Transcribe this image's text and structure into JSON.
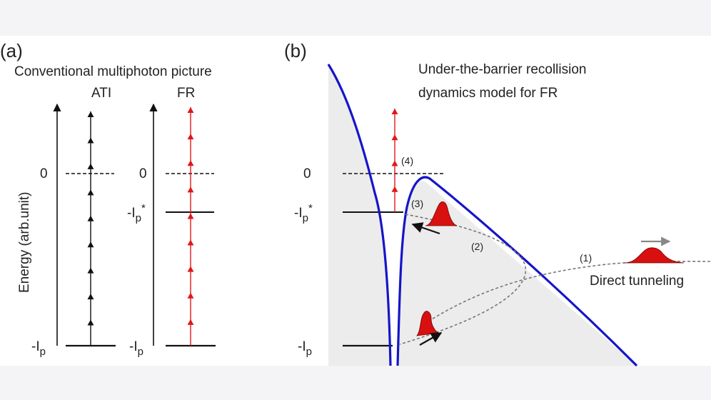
{
  "panels": {
    "a": {
      "label": "(a)",
      "title": "Conventional multiphoton picture",
      "y_axis_label": "Energy (arb.unit)",
      "columns": [
        "ATI",
        "FR"
      ],
      "levels": {
        "zero": "0",
        "ip": "-I",
        "ip_sub": "p",
        "ip_star_sub": "p",
        "ip_star_sup": "*"
      }
    },
    "b": {
      "label": "(b)",
      "title_line1": "Under-the-barrier recollision",
      "title_line2": "dynamics model for FR",
      "levels": {
        "zero": "0",
        "ip": "-I",
        "ip_sub": "p",
        "ip_star_sub": "p",
        "ip_star_sup": "*"
      },
      "steps": [
        "(1)",
        "(2)",
        "(3)",
        "(4)"
      ],
      "annotation": "Direct tunneling"
    }
  },
  "colors": {
    "potential": "#1515c8",
    "photon": "#e01818",
    "wavepacket": "#d81010",
    "axis": "#111111",
    "background_b": "#ebebeb"
  }
}
